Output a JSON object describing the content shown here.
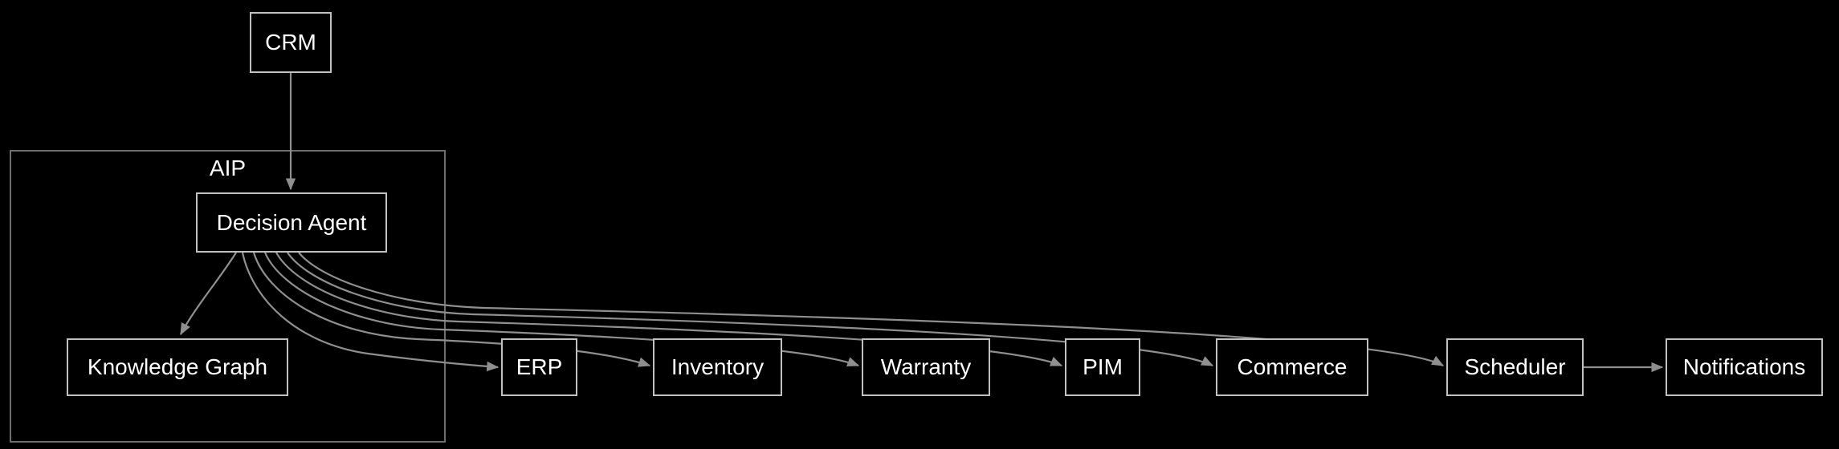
{
  "diagram": {
    "cluster_label": "AIP",
    "nodes": {
      "crm": "CRM",
      "decision_agent": "Decision Agent",
      "knowledge_graph": "Knowledge Graph",
      "erp": "ERP",
      "inventory": "Inventory",
      "warranty": "Warranty",
      "pim": "PIM",
      "commerce": "Commerce",
      "scheduler": "Scheduler",
      "notifications": "Notifications"
    },
    "edges": [
      {
        "from": "CRM",
        "to": "Decision Agent"
      },
      {
        "from": "Decision Agent",
        "to": "Knowledge Graph"
      },
      {
        "from": "Decision Agent",
        "to": "ERP"
      },
      {
        "from": "Decision Agent",
        "to": "Inventory"
      },
      {
        "from": "Decision Agent",
        "to": "Warranty"
      },
      {
        "from": "Decision Agent",
        "to": "PIM"
      },
      {
        "from": "Decision Agent",
        "to": "Commerce"
      },
      {
        "from": "Decision Agent",
        "to": "Scheduler"
      },
      {
        "from": "Scheduler",
        "to": "Notifications"
      }
    ],
    "colors": {
      "background": "#000000",
      "node_border": "#c0c0c0",
      "node_text": "#ffffff",
      "cluster_border": "#6e6e6e",
      "edge": "#8f8f8f"
    }
  }
}
